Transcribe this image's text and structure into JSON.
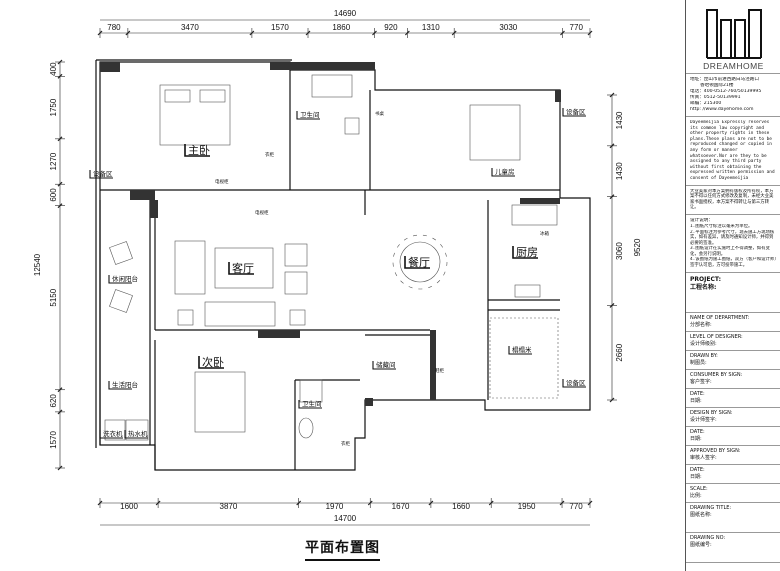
{
  "drawing_title": "平面布置图",
  "dimensions": {
    "top_total": "14690",
    "top": [
      "780",
      "3470",
      "1570",
      "1860",
      "920",
      "1310",
      "3030",
      "770"
    ],
    "bottom_total": "14700",
    "bottom": [
      "1600",
      "3870",
      "1970",
      "1670",
      "1660",
      "1950",
      "770"
    ],
    "left_total": "12540",
    "left": [
      "400",
      "1750",
      "1270",
      "600",
      "5150",
      "620",
      "1570"
    ],
    "right_total": "9520",
    "right": [
      "1430",
      "1430",
      "3060",
      "2660"
    ]
  },
  "rooms": {
    "master_bedroom": "主卧",
    "bathroom_top": "卫生间",
    "kids_room": "儿童房",
    "equipment_left": "设备区",
    "equipment_top_right": "设备区",
    "equipment_bottom_right": "设备区",
    "living_room": "客厅",
    "dining_room": "餐厅",
    "kitchen": "厨房",
    "leisure_balcony": "休闲阳台",
    "utility_balcony": "生活阳台",
    "second_bedroom": "次卧",
    "bathroom_bottom": "卫生间",
    "storage": "储藏间",
    "tatami": "榻榻米",
    "washer": "洗衣机",
    "water_heater": "热水机"
  },
  "fixtures": {
    "wardrobe": "衣柜",
    "tv_cabinet": "电视柜",
    "desk": "书桌",
    "fridge": "冰箱",
    "shoe_cabinet": "鞋柜"
  },
  "title_block": {
    "brand": "DREAMHOME",
    "address_1": "地址：昆山市前进西路白马泾路口",
    "address_2": "香哈顿国际21楼",
    "phone": "电话：400-0512-760/50139995",
    "fax": "传真：0512-50139991",
    "postcode": "邮编：215300",
    "website": "http: //www.dayehome.com",
    "copyright_en": "Dayeemeijia Expressly reserves its common law copyright and other property rights in these plans.These plans are not to be reproduced changed or copied in any form or manner whatsoever.Nor are they to be assigned to any third party without first obtaining the expressed written permission and consent of Dayeemeijia",
    "copyright_cn": "大业美家对本方案拥有版权及所有权，本方案不得以任何方式修改及复制，未经大业美家书面授权，本方案不得转让与第三方转让。",
    "notes_title": "设计说明：",
    "notes": [
      "1.图纸尺寸标注以毫米为单位。",
      "2.平面标注为参考尺寸，现去施工方现场核实，如有差异，请及时通知设计师，并得到必要的签准。",
      "3.图纸设计在实施时上不得调整，如有变化，会另行说明。",
      "4.该图纸为施工图纸，双方（客户和设计师）签字认可后，方可投带施工。"
    ],
    "project_en": "PROJECT:",
    "project_cn": "工程名称:",
    "fields": [
      {
        "en": "NAME OF DEPARTMENT:",
        "cn": "分部名称:"
      },
      {
        "en": "LEVEL OF DESIGNER:",
        "cn": "设计师级别:"
      },
      {
        "en": "DRAWN BY:",
        "cn": "制图员:"
      },
      {
        "en": "CONSUMER BY SIGN:",
        "cn": "客户签字:"
      },
      {
        "en": "DATE:",
        "cn": "日期:"
      },
      {
        "en": "DESIGN BY SIGN:",
        "cn": "设计师签字:"
      },
      {
        "en": "DATE:",
        "cn": "日期:"
      },
      {
        "en": "APPROVED BY SIGN:",
        "cn": "审核人签字:"
      },
      {
        "en": "DATE:",
        "cn": "日期:"
      },
      {
        "en": "SCALE:",
        "cn": "比例:"
      },
      {
        "en": "DRAWING TITLE:",
        "cn": "图纸名称:"
      },
      {
        "en": "DRAWING NO:",
        "cn": "图纸编号:"
      }
    ]
  }
}
